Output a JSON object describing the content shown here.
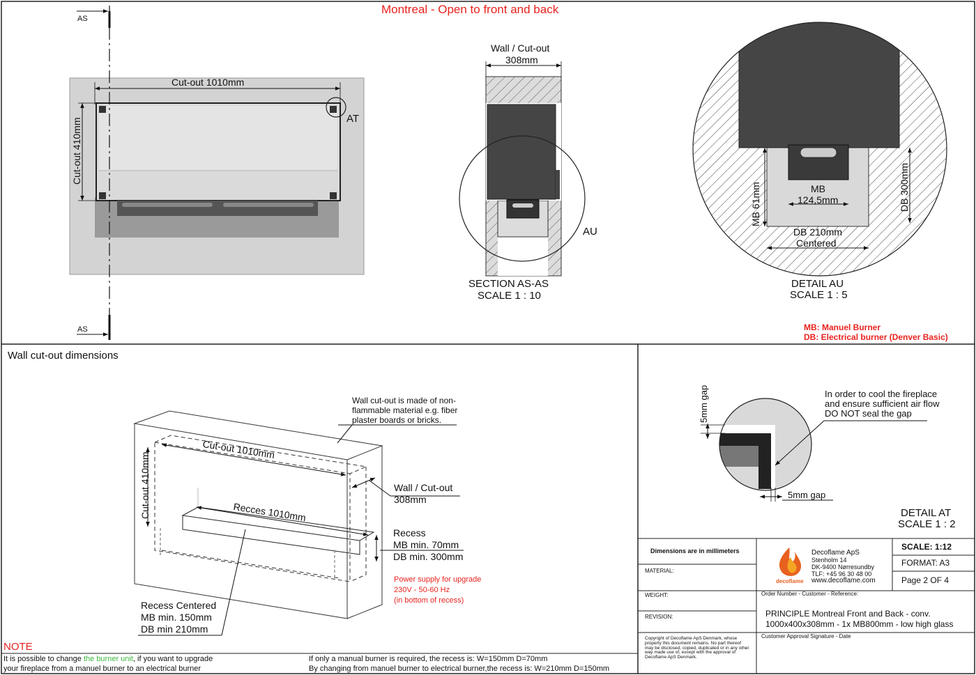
{
  "title": "Montreal - Open to front and back",
  "section_marker": "AS",
  "front_view": {
    "cutout_width_label": "Cut-out 1010mm",
    "cutout_height_label": "Cut-out 410mm",
    "detail_marker": "AT"
  },
  "section_view": {
    "wall_label_line1": "Wall / Cut-out",
    "wall_label_line2": "308mm",
    "detail_marker": "AU",
    "caption_line1": "SECTION AS-AS",
    "caption_line2": "SCALE 1 : 10"
  },
  "detail_au": {
    "mb_label": "MB",
    "mb_value": "124,5mm",
    "mb_height": "MB 61mm",
    "db_height": "DB 300mm",
    "db_width": "DB 210mm",
    "centered": "Centered",
    "caption_line1": "DETAIL AU",
    "caption_line2": "SCALE 1 : 5"
  },
  "legend": {
    "mb": "MB: Manuel Burner",
    "db": "DB: Electrical burner (Denver Basic)"
  },
  "wall_section": {
    "heading": "Wall cut-out dimensions",
    "material_line1": "Wall cut-out is made of non-",
    "material_line2": "flammable material e.g. fiber",
    "material_line3": "plaster boards or bricks.",
    "cutout_width": "Cut-out 1010mm",
    "cutout_height": "Cut-out 410mm",
    "recess_width": "Recces 1010mm",
    "wall_line1": "Wall / Cut-out",
    "wall_line2": "308mm",
    "recess_title": "Recess",
    "recess_mb": "MB min. 70mm",
    "recess_db": "DB min. 300mm",
    "power_line1": "Power supply for upgrade",
    "power_line2": "230V - 50-60 Hz",
    "power_line3": "(in bottom of recess)",
    "centered_title": "Recess Centered",
    "centered_mb": "MB min. 150mm",
    "centered_db": "DB min 210mm"
  },
  "detail_at": {
    "gap_vertical": "5mm gap",
    "gap_horizontal": "5mm gap",
    "note_line1": "In order to cool the fireplace",
    "note_line2": "and ensure sufficient air flow",
    "note_line3": "DO NOT seal the gap",
    "caption_line1": "DETAIL AT",
    "caption_line2": "SCALE 1 : 2"
  },
  "note": {
    "heading": "NOTE",
    "left_pre": "It is possible to change ",
    "left_highlight": "the burner unit",
    "left_post": ", if you want to upgrade",
    "left_line2": "your fireplace from a manuel burner to an electrical burner",
    "right_line1": "If only a manual burner is required, the recess is: W=150mm D=70mm",
    "right_line2": "By changing from manuel burner to electrical burner,the recess is: W=210mm D=150mm"
  },
  "title_block": {
    "dimensions_note": "Dimensions are in millimeters",
    "material_label": "MATERIAL:",
    "weight_label": "WEIGHT:",
    "revision_label": "REVISION:",
    "copyright": "Copyright of Decoflame ApS Denmark, whose property this document remains. No part thereof may be disclosed, copied, duplicated or in any other way made use of, except with the approval of Decoflame ApS Denmark.",
    "logo_text": "decoflame",
    "company": "Decoflame ApS",
    "street": "Stenholm 14",
    "city": "DK-9400 Nørresundby",
    "phone": "TLF: +45 96 30 48 00",
    "web": "www.decoflame.com",
    "scale": "SCALE: 1:12",
    "format": "FORMAT: A3",
    "page": "Page 2 OF 4",
    "order_label": "Order Number - Customer - Reference:",
    "product_line1": "PRINCIPLE Montreal Front and Back  - conv.",
    "product_line2": "1000x400x308mm - 1x MB800mm - low high glass",
    "approval_label": "Customer Approval Signature - Date"
  },
  "colors": {
    "red": "#e8231f",
    "highlight": "#3cb83c",
    "dark_fill": "#444444",
    "light_fill": "#d9d9d9"
  }
}
